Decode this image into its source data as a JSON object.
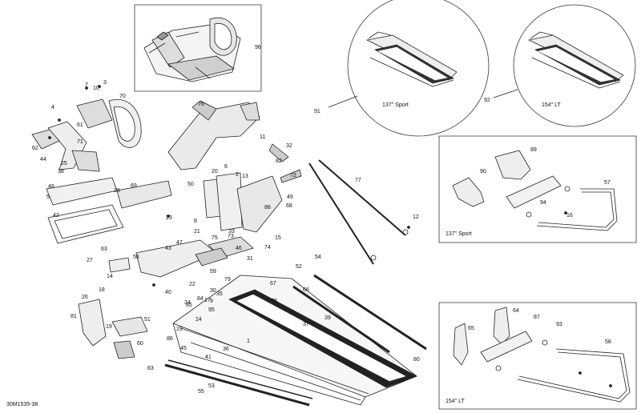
{
  "diagram": {
    "document_code": "30M1535-38",
    "insets": {
      "sport_137": "137\" Sport",
      "lt_154": "154\" LT",
      "kit_sport_137": "137\" Sport",
      "kit_lt_154": "154\" LT"
    },
    "callouts": [
      "1",
      "2",
      "3",
      "4",
      "5",
      "6",
      "7",
      "8",
      "9",
      "10",
      "11",
      "12",
      "13",
      "14",
      "15",
      "16",
      "17",
      "18",
      "19",
      "20",
      "21",
      "22",
      "23",
      "24",
      "25",
      "26",
      "27",
      "28",
      "29",
      "30",
      "31",
      "32",
      "33",
      "34",
      "35",
      "36",
      "37",
      "38",
      "39",
      "40",
      "41",
      "42",
      "43",
      "44",
      "45",
      "46",
      "47",
      "48",
      "49",
      "50",
      "51",
      "52",
      "53",
      "54",
      "55",
      "56",
      "57",
      "58",
      "59",
      "60",
      "61",
      "62",
      "63",
      "64",
      "65",
      "66",
      "67",
      "68",
      "69",
      "70",
      "71",
      "72",
      "73",
      "74",
      "75",
      "76",
      "77",
      "78",
      "79",
      "80",
      "81",
      "82",
      "83",
      "84",
      "85",
      "86",
      "87",
      "88",
      "89",
      "90",
      "91",
      "92",
      "93",
      "94",
      "95",
      "96"
    ]
  }
}
